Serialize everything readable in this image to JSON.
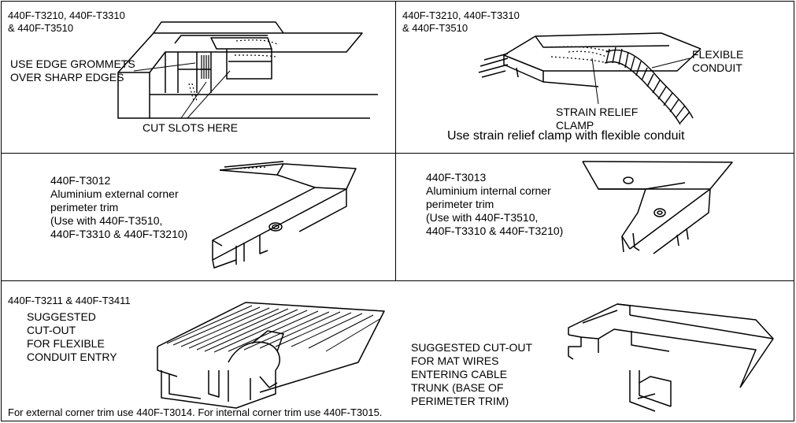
{
  "panels": {
    "grommet": {
      "part_numbers": "440F-T3210, 440F-T3310\n& 440F-T3510",
      "label_grommets": "USE EDGE GROMMETS\nOVER SHARP EDGES",
      "label_slots": "CUT SLOTS HERE"
    },
    "strain_relief": {
      "part_numbers": "440F-T3210, 440F-T3310\n& 440F-T3510",
      "label_conduit": "FLEXIBLE\nCONDUIT",
      "label_clamp": "STRAIN RELIEF\nCLAMP",
      "caption": "Use strain relief clamp with flexible conduit"
    },
    "external_corner": {
      "description": "440F-T3012\nAluminium external corner\nperimeter trim\n(Use with 440F-T3510,\n440F-T3310 & 440F-T3210)"
    },
    "internal_corner": {
      "description": "440F-T3013\nAluminium internal corner\nperimeter trim\n(Use with 440F-T3510,\n440F-T3310 & 440F-T3210)"
    },
    "cutouts": {
      "part_numbers": "440F-T3211 & 440F-T3411",
      "label_conduit_entry": "SUGGESTED\nCUT-OUT\nFOR FLEXIBLE\nCONDUIT ENTRY",
      "label_mat_wires": "SUGGESTED CUT-OUT\nFOR MAT WIRES\nENTERING CABLE\nTRUNK (BASE OF\nPERIMETER TRIM)"
    }
  },
  "footer": {
    "note": "For external corner trim use 440F-T3014. For internal corner trim use 440F-T3015."
  }
}
